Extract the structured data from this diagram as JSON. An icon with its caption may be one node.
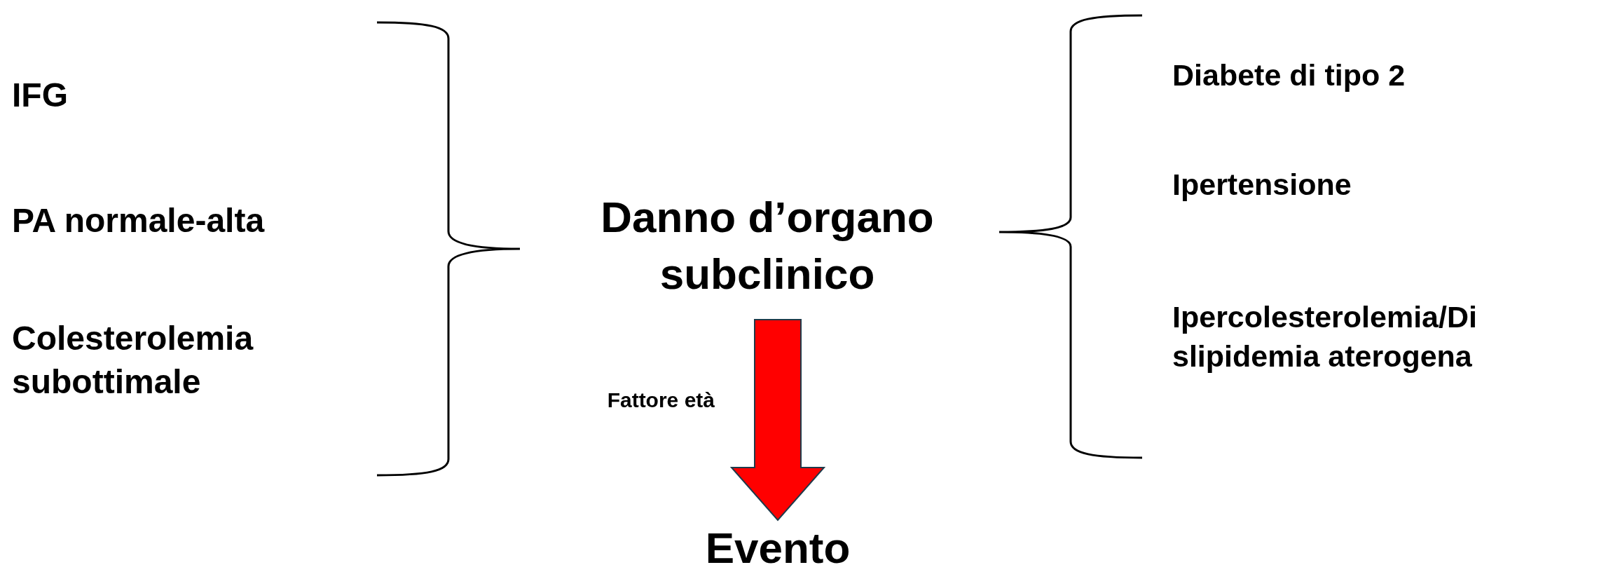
{
  "diagram": {
    "nodes": [
      {
        "text": [
          "IFG"
        ]
      },
      {
        "text": [
          "PA normale-alta"
        ]
      },
      {
        "text": [
          "Colesterolemia subottimale"
        ]
      },
      {
        "text": [
          "Danno d’organo subclinico"
        ]
      },
      {
        "text": [
          "Diabete di tipo 2"
        ]
      },
      {
        "text": [
          "Ipertensione"
        ]
      },
      {
        "text": [
          "Ipercolesterolemia/Di slipidemia aterogena"
        ]
      },
      {
        "text": [
          "Evento"
        ]
      }
    ],
    "edges": [
      {
        "from": 3,
        "to": 7,
        "arrow": "to",
        "label": "Fattore età",
        "style": "thick",
        "color": "#ff0000"
      }
    ]
  }
}
